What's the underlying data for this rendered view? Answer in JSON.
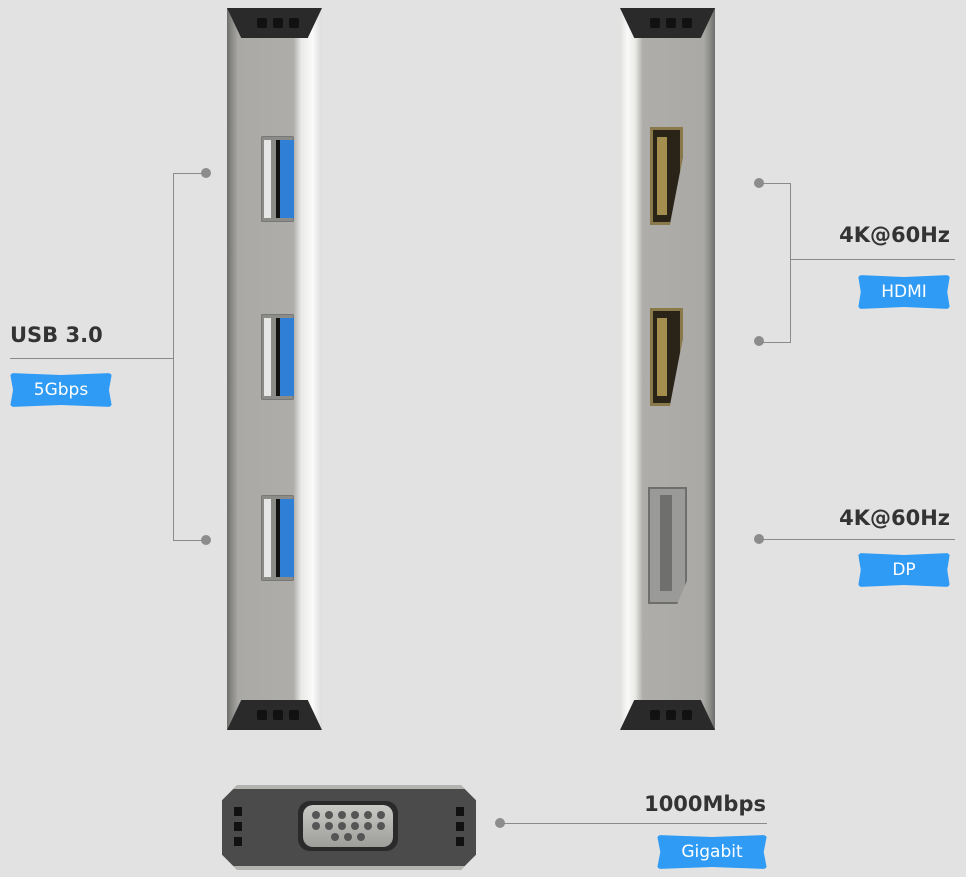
{
  "left_callout": {
    "title": "USB 3.0",
    "badge": "5Gbps"
  },
  "hdmi_callout": {
    "title": "4K@60Hz",
    "badge": "HDMI"
  },
  "dp_callout": {
    "title": "4K@60Hz",
    "badge": "DP"
  },
  "ethernet_callout": {
    "title": "1000Mbps",
    "badge": "Gigabit"
  },
  "colors": {
    "background": "#e2e2e2",
    "badge": "#2f9bf5",
    "usb_blue": "#2f7fd6"
  }
}
